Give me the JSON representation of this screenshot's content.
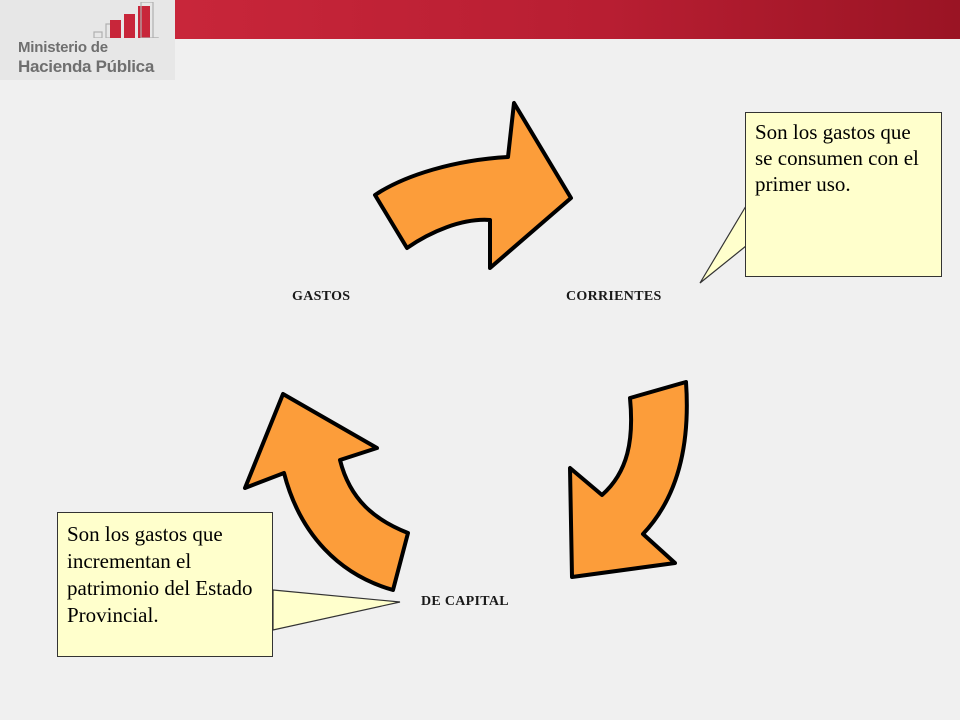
{
  "header": {
    "logo": {
      "line1": "Ministerio de",
      "line2": "Hacienda Pública"
    },
    "colors": {
      "band": "#c8263a",
      "logo_text": "#6f6f6f",
      "logo_bars": "#c8263a"
    }
  },
  "diagram": {
    "labels": {
      "gastos": "GASTOS",
      "corrientes": "CORRIENTES",
      "de_capital": "DE CAPITAL"
    },
    "arrow_color": "#fc9d3a",
    "note_color": "#ffffcc"
  },
  "callouts": {
    "corrientes": "Son los gastos que se consumen con el primer uso.",
    "capital": "Son los gastos que incrementan el patrimonio del Estado Provincial."
  }
}
